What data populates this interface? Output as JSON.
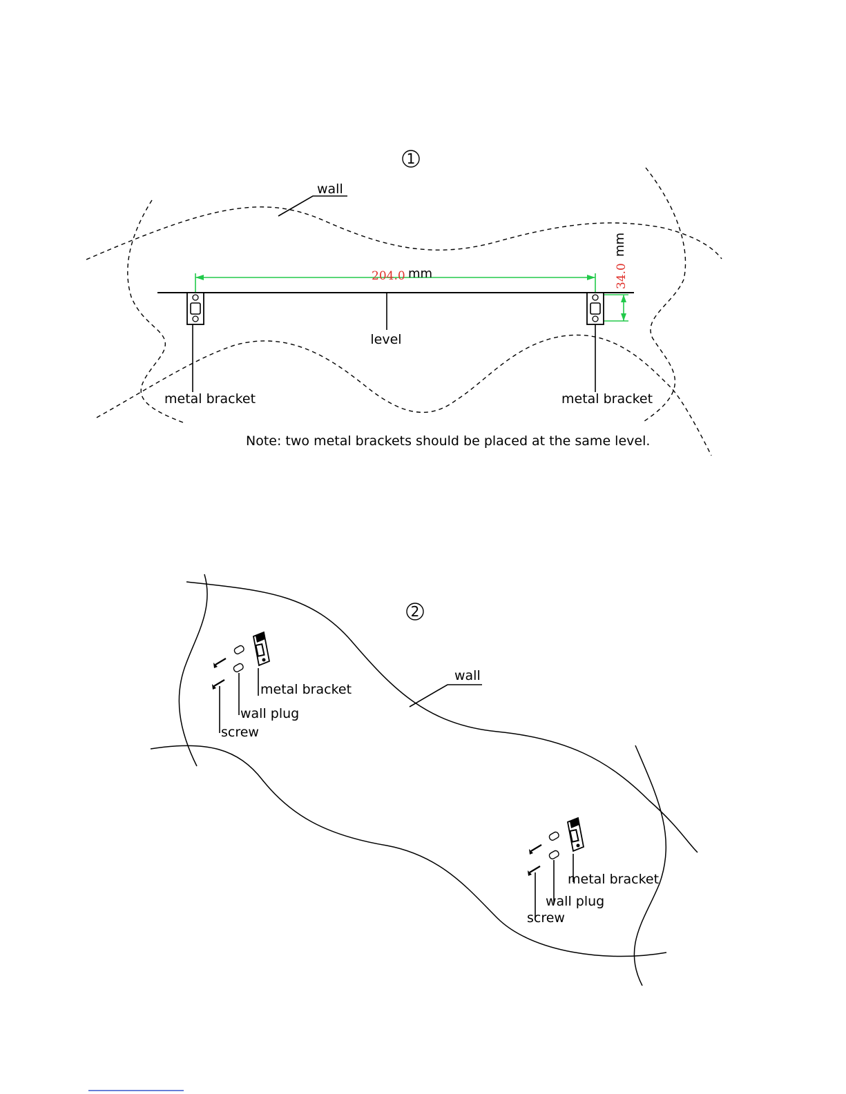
{
  "step1": {
    "number": "1",
    "wall_label": "wall",
    "level_label": "level",
    "left_bracket_label": "metal bracket",
    "right_bracket_label": "metal bracket",
    "horizontal_dim_value": "204.0",
    "horizontal_dim_unit": "mm",
    "vertical_dim_value": "34.0",
    "vertical_dim_unit": "mm",
    "note": "Note: two metal brackets should be placed at the same level."
  },
  "step2": {
    "number": "2",
    "wall_label": "wall",
    "left_group": {
      "bracket_label": "metal bracket",
      "plug_label": "wall plug",
      "screw_label": "screw"
    },
    "right_group": {
      "bracket_label": "metal bracket",
      "plug_label": "wall plug",
      "screw_label": "screw"
    }
  },
  "colors": {
    "dimension_line": "#22c94a",
    "dimension_value": "#e0302a",
    "footer_rule": "#3355cc"
  }
}
